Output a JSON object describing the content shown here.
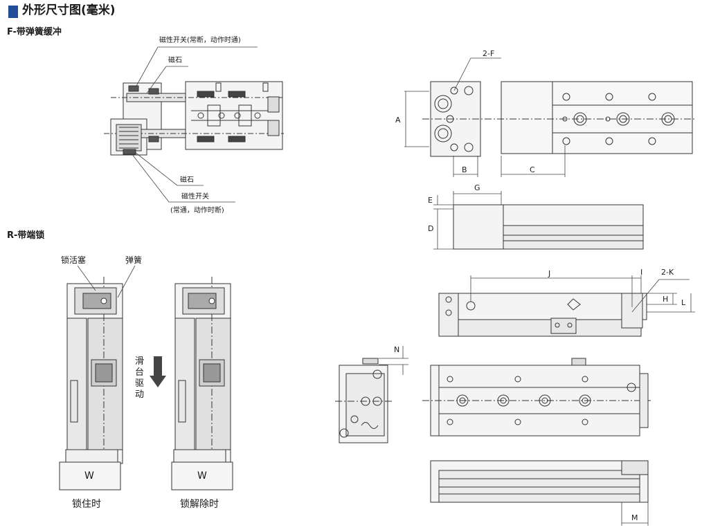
{
  "header": {
    "title": "外形尺寸图(毫米)",
    "accent_color": "#1f4e96"
  },
  "sections": {
    "f": {
      "title": "F-带弹簧缓冲"
    },
    "r": {
      "title": "R-带端锁"
    }
  },
  "callouts_f": {
    "switch_top": "磁性开关(常断，动作时通)",
    "magnet_top": "磁石",
    "magnet_bottom": "磁石",
    "switch_bottom": "磁性开关",
    "switch_bottom_note": "(常通，动作时断)"
  },
  "callouts_r": {
    "lock_piston": "锁活塞",
    "spring": "弹簧",
    "slide_drive": [
      "滑",
      "台",
      "驱",
      "动"
    ],
    "w_left": "W",
    "w_right": "W",
    "locked": "锁住时",
    "unlocked": "锁解除时"
  },
  "dims": {
    "two_f": "2-F",
    "a": "A",
    "b": "B",
    "c": "C",
    "g": "G",
    "e": "E",
    "d": "D",
    "j": "J",
    "i": "I",
    "two_k": "2-K",
    "h": "H",
    "l": "L",
    "n": "N",
    "m": "M"
  }
}
